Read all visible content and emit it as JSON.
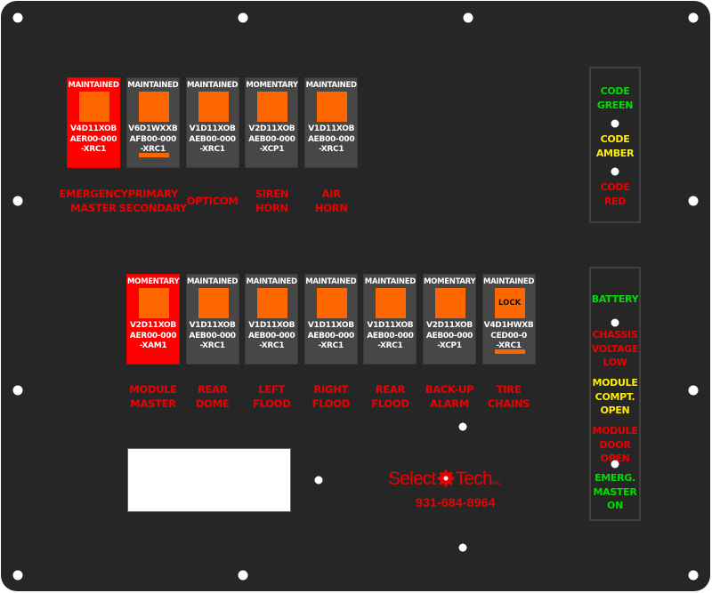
{
  "top_switches": [
    {
      "type": "MAINTAINED",
      "part": [
        "V4D11XOB",
        "AER00-000",
        "-XRC1"
      ],
      "style": "red",
      "label": [
        "EMERGENCY",
        "MASTER"
      ]
    },
    {
      "type": "MAINTAINED",
      "part": [
        "V6D1WXXB",
        "AFB00-000",
        "-XRC1"
      ],
      "style": "gray",
      "bar": true,
      "label": [
        "PRIMARY",
        "SECONDARY"
      ]
    },
    {
      "type": "MAINTAINED",
      "part": [
        "V1D11XOB",
        "AEB00-000",
        "-XRC1"
      ],
      "style": "gray",
      "label": [
        "OPTICOM"
      ]
    },
    {
      "type": "MOMENTARY",
      "part": [
        "V2D11XOB",
        "AEB00-000",
        "-XCP1"
      ],
      "style": "gray",
      "label": [
        "SIREN",
        "HORN"
      ]
    },
    {
      "type": "MAINTAINED",
      "part": [
        "V1D11XOB",
        "AEB00-000",
        "-XRC1"
      ],
      "style": "gray",
      "label": [
        "AIR",
        "HORN"
      ]
    }
  ],
  "bottom_switches": [
    {
      "type": "MOMENTARY",
      "part": [
        "V2D11XOB",
        "AER00-000",
        "-XAM1"
      ],
      "style": "red",
      "label": [
        "MODULE",
        "MASTER"
      ]
    },
    {
      "type": "MAINTAINED",
      "part": [
        "V1D11XOB",
        "AEB00-000",
        "-XRC1"
      ],
      "style": "gray",
      "label": [
        "REAR",
        "DOME"
      ]
    },
    {
      "type": "MAINTAINED",
      "part": [
        "V1D11XOB",
        "AEB00-000",
        "-XRC1"
      ],
      "style": "gray",
      "label": [
        "LEFT",
        "FLOOD"
      ]
    },
    {
      "type": "MAINTAINED",
      "part": [
        "V1D11XOB",
        "AEB00-000",
        "-XRC1"
      ],
      "style": "gray",
      "label": [
        "RIGHT",
        "FLOOD"
      ]
    },
    {
      "type": "MAINTAINED",
      "part": [
        "V1D11XOB",
        "AEB00-000",
        "-XRC1"
      ],
      "style": "gray",
      "label": [
        "REAR",
        "FLOOD"
      ]
    },
    {
      "type": "MOMENTARY",
      "part": [
        "V2D11XOB",
        "AEB00-000",
        "-XCP1"
      ],
      "style": "gray",
      "label": [
        "BACK-UP",
        "ALARM"
      ]
    },
    {
      "type": "MAINTAINED",
      "part": [
        "V4D1HWXB",
        "CED00-0",
        "-XRC1"
      ],
      "style": "gray",
      "bar": true,
      "light_label": "LOCK",
      "label": [
        "TIRE",
        "CHAINS"
      ]
    }
  ],
  "code_indicators": [
    {
      "text": [
        "CODE",
        "GREEN"
      ],
      "color": "#00dd00"
    },
    {
      "text": [
        "CODE",
        "AMBER"
      ],
      "color": "#ffee00"
    },
    {
      "text": [
        "CODE",
        "RED"
      ],
      "color": "#ee0000"
    }
  ],
  "status_indicators": [
    {
      "text": [
        "BATTERY"
      ],
      "color": "#00dd00"
    },
    {
      "text": [
        "CHASSIS",
        "VOLTAGE",
        "LOW"
      ],
      "color": "#ee0000"
    },
    {
      "text": [
        "MODULE",
        "COMPT.",
        "OPEN"
      ],
      "color": "#ffee00"
    },
    {
      "text": [
        "MODULE",
        "DOOR",
        "OPEN"
      ],
      "color": "#ee0000"
    },
    {
      "text": [
        "EMERG.",
        "MASTER",
        "ON"
      ],
      "color": "#00dd00"
    }
  ],
  "branding": {
    "logo_left": "Select",
    "logo_right": "Tech",
    "logo_suffix": "INC",
    "phone": "931-684-8964"
  },
  "colors": {
    "panel": "#262626",
    "switch_gray": "#474747",
    "switch_red": "#ff0000",
    "light_orange": "#ff6600",
    "label_red": "#ee0000"
  }
}
